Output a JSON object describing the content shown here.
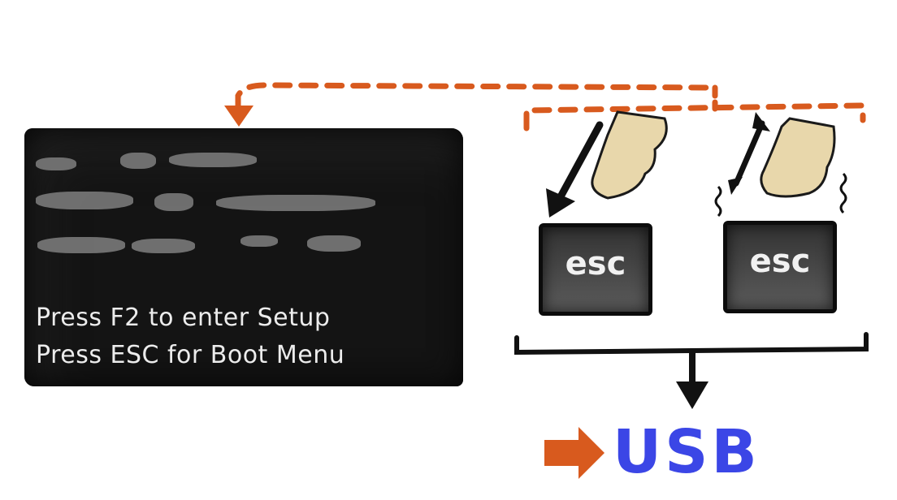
{
  "bios": {
    "line1": "Press F2 to enter Setup",
    "line2": "Press ESC for Boot Menu"
  },
  "keys": [
    {
      "label": "esc"
    },
    {
      "label": "esc"
    }
  ],
  "target": "USB",
  "colors": {
    "screen": "#141414",
    "key": "#4a4a4a",
    "finger": "#e8d7ab",
    "orange": "#d85a1e",
    "usb": "#3b46e6",
    "ink": "#111111"
  }
}
